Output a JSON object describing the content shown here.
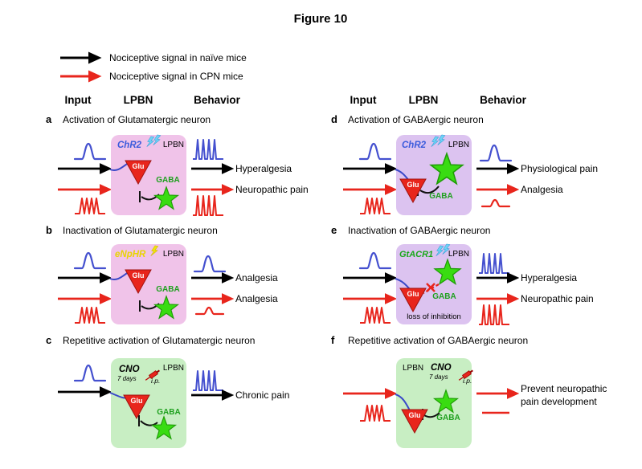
{
  "figure": {
    "title": "Figure 10"
  },
  "legend": {
    "naive": "Nociceptive signal in naïve mice",
    "cpn": "Nociceptive signal in CPN mice"
  },
  "headers": {
    "left": {
      "input": "Input",
      "lpbn": "LPBN",
      "behavior": "Behavior"
    },
    "right": {
      "input": "Input",
      "lpbn": "LPBN",
      "behavior": "Behavior"
    }
  },
  "panels": {
    "a": {
      "label": "a",
      "title": "Activation of Glutamatergic neuron",
      "opsin": "ChR2",
      "region": "LPBN",
      "neuron": "Glu",
      "interneuron": "GABA",
      "behavior1": "Hyperalgesia",
      "behavior2": "Neuropathic pain"
    },
    "b": {
      "label": "b",
      "title": "Inactivation of Glutamatergic neuron",
      "opsin": "eNpHR",
      "region": "LPBN",
      "neuron": "Glu",
      "interneuron": "GABA",
      "behavior1": "Analgesia",
      "behavior2": "Analgesia"
    },
    "c": {
      "label": "c",
      "title": "Repetitive activation of Glutamatergic neuron",
      "drug": "CNO",
      "duration": "7 days",
      "route": "i.p.",
      "region": "LPBN",
      "neuron": "Glu",
      "interneuron": "GABA",
      "behavior1": "Chronic pain"
    },
    "d": {
      "label": "d",
      "title": "Activation of GABAergic neuron",
      "opsin": "ChR2",
      "region": "LPBN",
      "neuron": "Glu",
      "interneuron": "GABA",
      "behavior1": "Physiological pain",
      "behavior2": "Analgesia"
    },
    "e": {
      "label": "e",
      "title": "Inactivation of GABAergic neuron",
      "opsin": "GtACR1",
      "region": "LPBN",
      "neuron": "Glu",
      "interneuron": "GABA",
      "note": "loss of inhibition",
      "behavior1": "Hyperalgesia",
      "behavior2": "Neuropathic pain"
    },
    "f": {
      "label": "f",
      "title": "Repetitive activation of GABAergic neuron",
      "drug": "CNO",
      "duration": "7 days",
      "route": "i.p.",
      "region": "LPBN",
      "neuron": "Glu",
      "interneuron": "GABA",
      "behavior1_line1": "Prevent neuropathic",
      "behavior1_line2": "pain development"
    }
  },
  "colors": {
    "naive_signal": "#000000",
    "cpn_signal": "#e8251c",
    "trace_blue": "#4450cf",
    "glut_box": "#f0c3e9",
    "gaba_box": "#dcc3f0",
    "cno_box": "#c8eec3",
    "gaba_star": "#39dc12",
    "glu_neuron": "#e8251c"
  }
}
